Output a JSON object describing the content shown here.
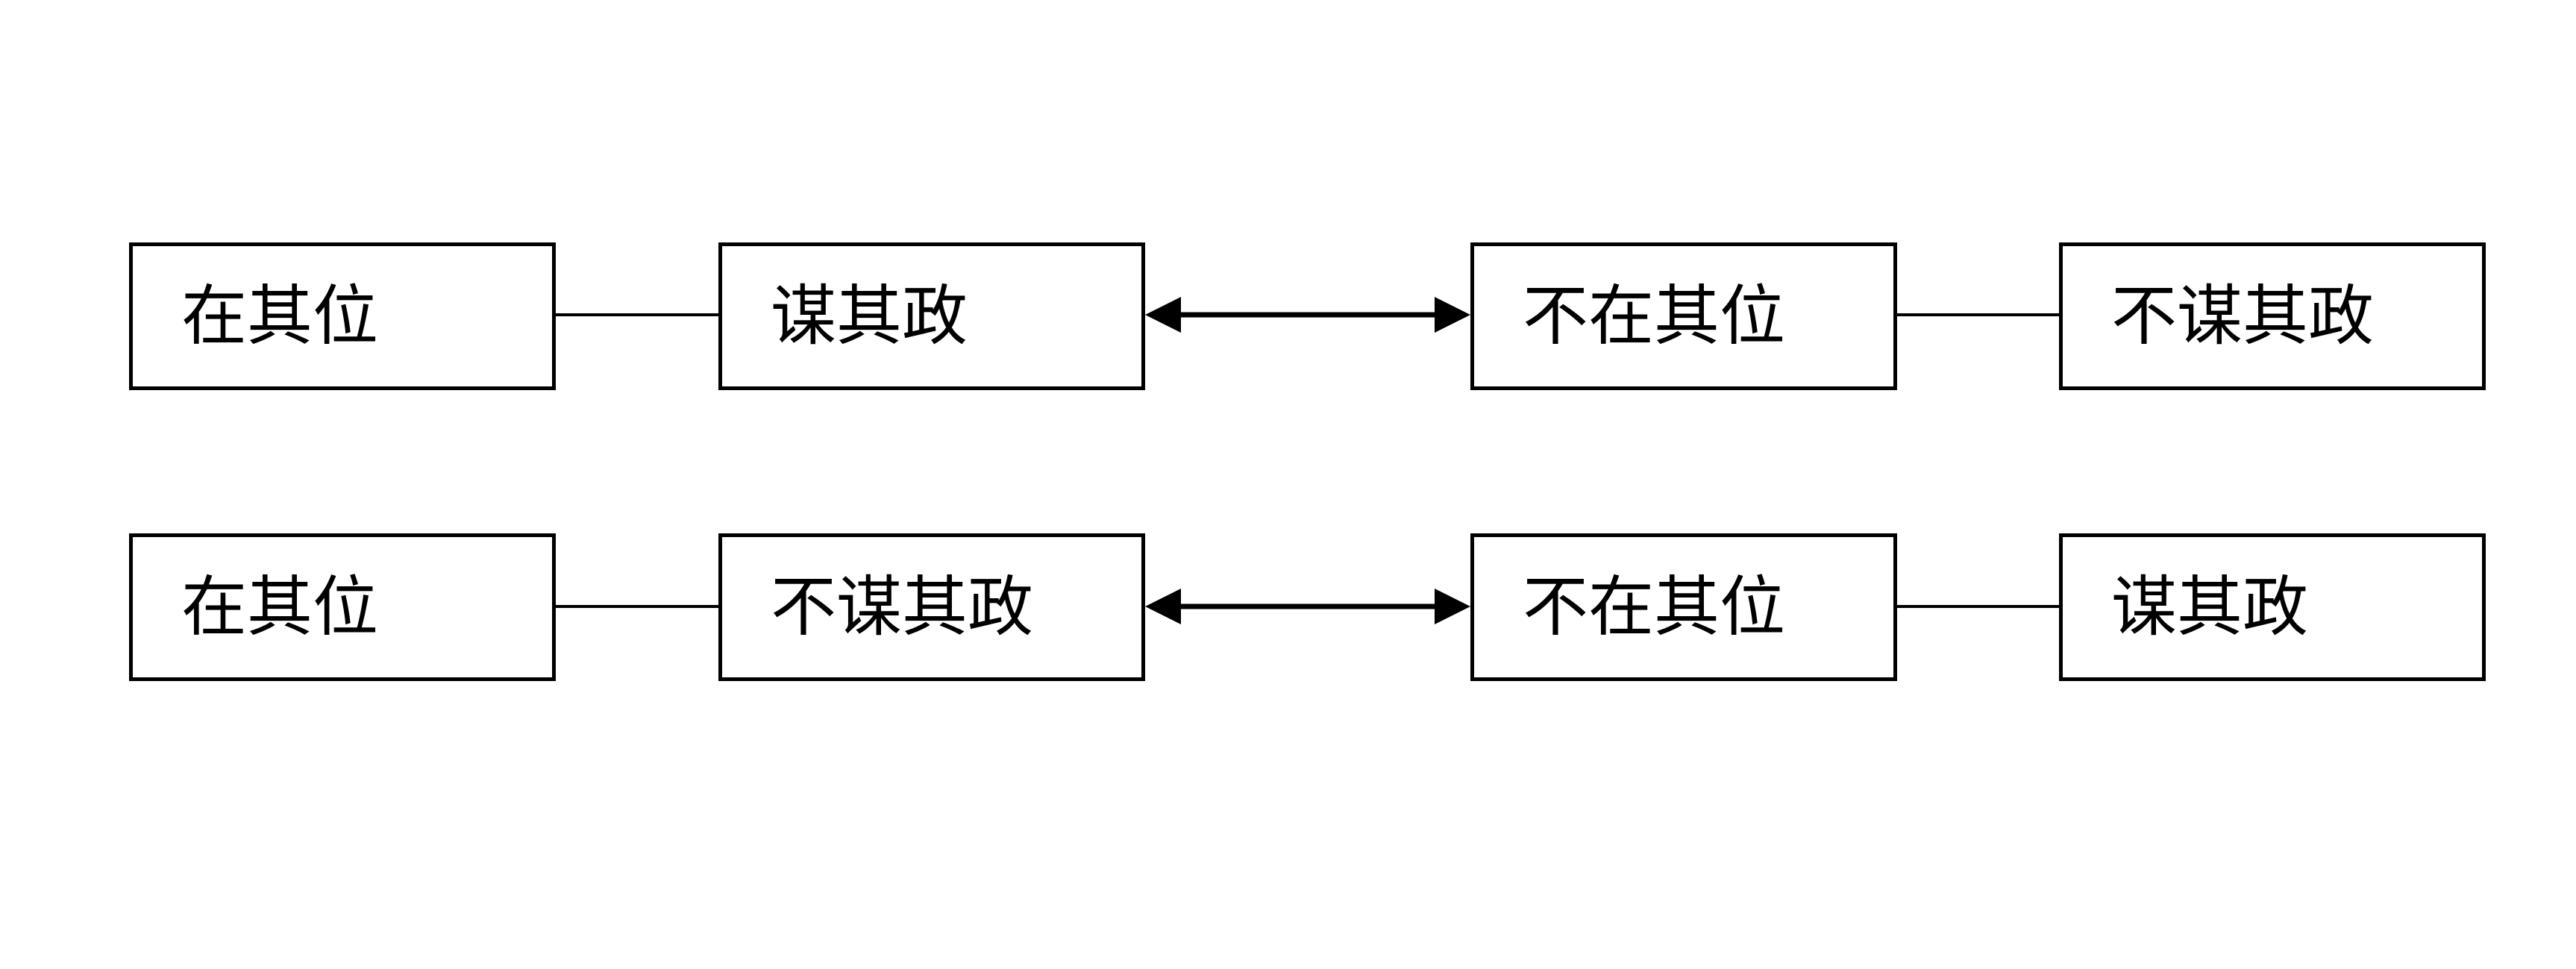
{
  "rows": [
    {
      "boxes": [
        "在其位",
        "谋其政",
        "不在其位",
        "不谋其政"
      ]
    },
    {
      "boxes": [
        "在其位",
        "不谋其政",
        "不在其位",
        "谋其政"
      ]
    }
  ],
  "colors": {
    "stroke": "#000000",
    "background": "#ffffff"
  }
}
